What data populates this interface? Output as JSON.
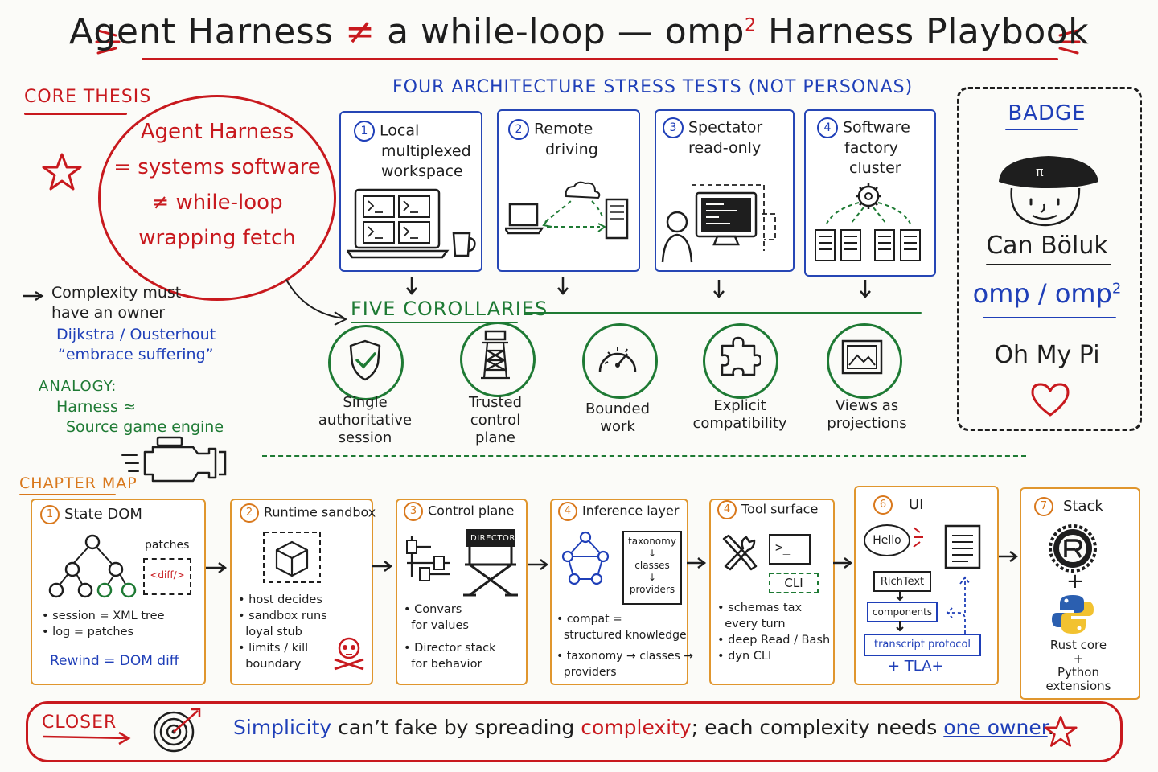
{
  "title": {
    "prefix": "Agent Harness",
    "neq": "≠",
    "middle": "a while-loop — omp",
    "sup": "2",
    "suffix": "Harness Playbook"
  },
  "core_thesis": {
    "label": "CORE THESIS",
    "line1": "Agent Harness",
    "line2": "= systems software",
    "line3": "≠ while-loop",
    "line4": "wrapping fetch"
  },
  "left_notes": {
    "complexity_1": "Complexity must",
    "complexity_2": "have an owner",
    "refs_1": "Dijkstra / Ousterhout",
    "refs_2": "“embrace suffering”",
    "analogy_label": "ANALOGY:",
    "analogy_1": "Harness ≈",
    "analogy_2": "Source game engine"
  },
  "stress_tests": {
    "heading": "FOUR ARCHITECTURE STRESS TESTS (NOT PERSONAS)",
    "items": [
      {
        "num": "1",
        "l1": "Local",
        "l2": "multiplexed",
        "l3": "workspace"
      },
      {
        "num": "2",
        "l1": "Remote",
        "l2": "driving",
        "l3": ""
      },
      {
        "num": "3",
        "l1": "Spectator",
        "l2": "read-only",
        "l3": ""
      },
      {
        "num": "4",
        "l1": "Software",
        "l2": "factory",
        "l3": "cluster"
      }
    ]
  },
  "corollaries": {
    "heading": "FIVE COROLLARIES",
    "items": [
      {
        "l1": "Single",
        "l2": "authoritative",
        "l3": "session"
      },
      {
        "l1": "Trusted",
        "l2": "control",
        "l3": "plane"
      },
      {
        "l1": "Bounded",
        "l2": "work",
        "l3": ""
      },
      {
        "l1": "Explicit",
        "l2": "compatibility",
        "l3": ""
      },
      {
        "l1": "Views as",
        "l2": "projections",
        "l3": ""
      }
    ]
  },
  "badge": {
    "heading": "BADGE",
    "hat_symbol": "π",
    "name": "Can Böluk",
    "handle": "omp / omp",
    "handle_sup": "2",
    "tagline": "Oh My Pi",
    "heart": "♡"
  },
  "chapter_map": {
    "label": "CHAPTER MAP",
    "chapters": [
      {
        "num": "1",
        "title": "State DOM",
        "note": "patches",
        "tag": "<diff/>",
        "b1": "• session = XML tree",
        "b2": "• log = patches",
        "b3": "",
        "b4": "",
        "extra": "Rewind = DOM diff"
      },
      {
        "num": "2",
        "title": "Runtime sandbox",
        "b1": "• host decides",
        "b2": "• sandbox runs",
        "b3": "  loyal stub",
        "b4": "• limits / kill",
        "b5": "  boundary"
      },
      {
        "num": "3",
        "title": "Control plane",
        "chair": "DIRECTOR",
        "b1": "• Convars",
        "b2": "  for values",
        "b3": "• Director stack",
        "b4": "  for behavior"
      },
      {
        "num": "4",
        "title": "Inference layer",
        "t1": "taxonomy",
        "t2": "classes",
        "t3": "providers",
        "b1": "• compat =",
        "b2": "  structured knowledge",
        "b3": "• taxonomy → classes →",
        "b4": "  providers"
      },
      {
        "num": "4",
        "title": "Tool surface",
        "cli": "CLI",
        "prompt": ">_",
        "b1": "• schemas tax",
        "b2": "  every turn",
        "b3": "• deep Read / Bash",
        "b4": "• dyn CLI"
      },
      {
        "num": "6",
        "title": "UI",
        "hello": "Hello",
        "rich": "RichText",
        "components": "components",
        "transcript": "transcript protocol",
        "tla": "+ TLA+"
      },
      {
        "num": "7",
        "title": "Stack",
        "plus": "+",
        "r1": "Rust core",
        "r2": "+",
        "r3": "Python",
        "r4": "extensions"
      }
    ]
  },
  "closer": {
    "label": "CLOSER",
    "w1": "Simplicity",
    "w2": "can’t fake by spreading",
    "w3": "complexity",
    "w4": ";",
    "w5": "each complexity needs",
    "w6": "one owner",
    "w7": "."
  },
  "colors": {
    "red": "#c8191e",
    "blue": "#1f3fb8",
    "green": "#1e7a34",
    "orange": "#d9781c",
    "ink": "#1e1e1e"
  }
}
